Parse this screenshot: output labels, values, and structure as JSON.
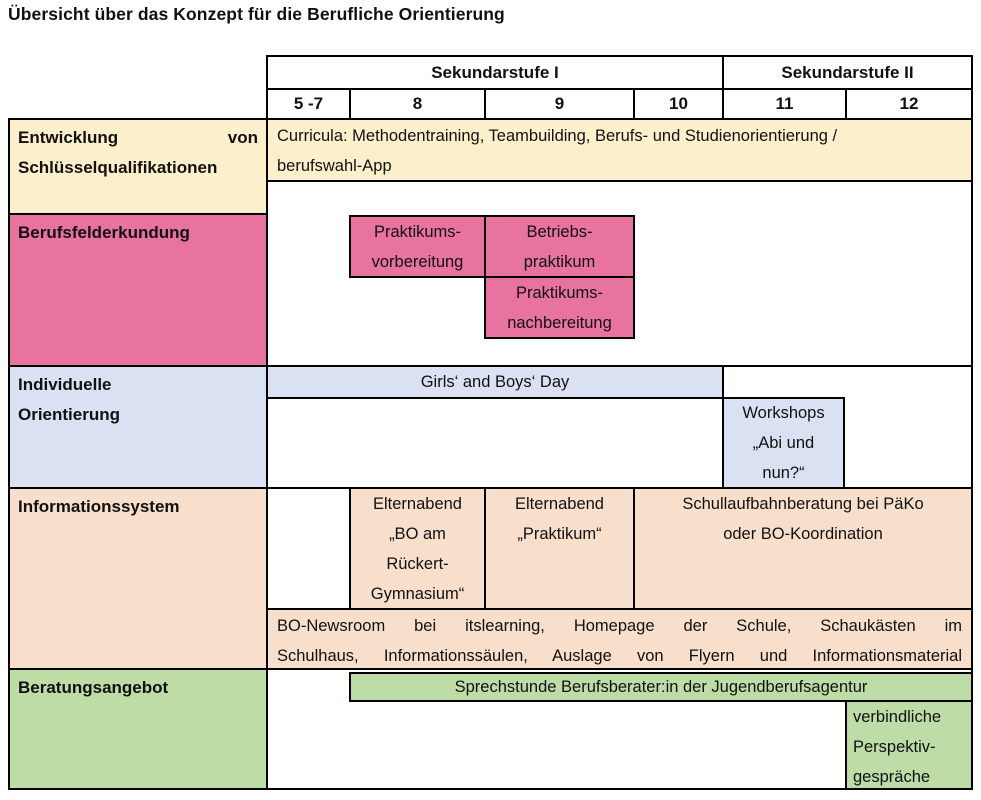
{
  "title": "Übersicht über das Konzept für die Berufliche Orientierung",
  "header": {
    "sek1": "Sekundarstufe I",
    "sek2": "Sekundarstufe II",
    "grades": [
      "5 -7",
      "8",
      "9",
      "10",
      "11",
      "12"
    ]
  },
  "rows": {
    "entwicklung": {
      "label": "Entwicklung von\nSchlüsselqualifikationen",
      "curricula": "Curricula: Methodentraining, Teambuilding, Berufs- und Studienorientierung /\nberufswahl-App"
    },
    "berufsfelderkundung": {
      "label": "Berufsfelderkundung",
      "praktikumsvorbereitung": "Praktikums-\nvorbereitung",
      "betriebspraktikum": "Betriebs-\npraktikum",
      "praktikumsnachbereitung": "Praktikums-\nnachbereitung"
    },
    "individuelle_orientierung": {
      "label": "Individuelle\nOrientierung",
      "girls_boys_day": "Girls‘ and Boys‘ Day",
      "workshops": "Workshops\n„Abi und\nnun?“"
    },
    "informationssystem": {
      "label": "Informationssystem",
      "elternabend_bo": "Elternabend\n„BO am\nRückert-\nGymnasium“",
      "elternabend_praktikum": "Elternabend\n„Praktikum“",
      "schullaufbahnberatung": "Schullaufbahnberatung bei PäKo\noder BO-Koordination",
      "newsroom": "BO-Newsroom bei itslearning, Homepage der Schule, Schaukästen im\nSchulhaus, Informationssäulen, Auslage von Flyern und Informationsmaterial"
    },
    "beratungsangebot": {
      "label": "Beratungsangebot",
      "sprechstunde": "Sprechstunde Berufsberater:in der Jugendberufsagentur",
      "perspektivgespraeche": "verbindliche\nPerspektiv-\ngespräche"
    }
  },
  "colors": {
    "yellow": "#FBF0CB",
    "pink": "#E8739F",
    "blue": "#D9E1F2",
    "peach": "#F8DFCC",
    "green": "#BEDCA6",
    "border": "#000000"
  }
}
